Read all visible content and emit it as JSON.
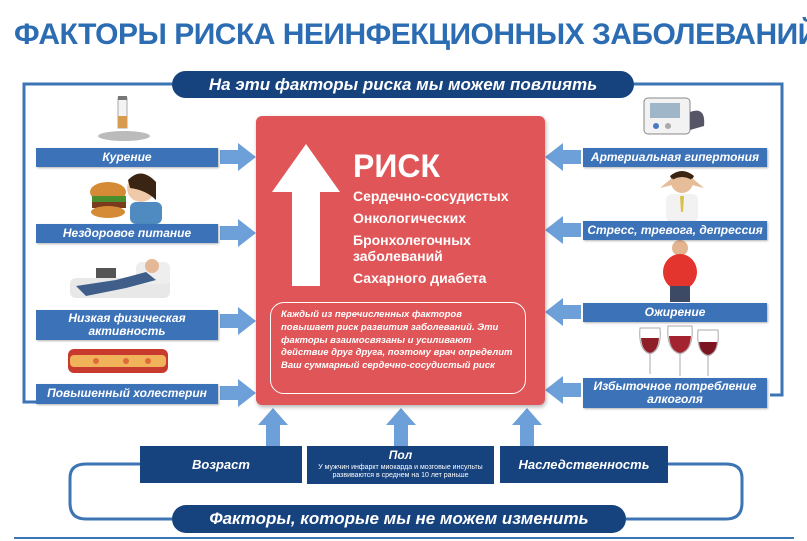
{
  "title": "ФАКТОРЫ РИСКА НЕИНФЕКЦИОННЫХ ЗАБОЛЕВАНИЙ",
  "top_banner": "На эти факторы риска мы можем повлиять",
  "bottom_banner": "Факторы, которые мы не можем изменить",
  "left_factors": [
    {
      "label": "Курение",
      "icon": "cigarette-icon"
    },
    {
      "label": "Нездоровое питание",
      "icon": "burger-icon"
    },
    {
      "label": "Низкая физическая активность",
      "icon": "couch-icon"
    },
    {
      "label": "Повышенный холестерин",
      "icon": "artery-icon"
    }
  ],
  "right_factors": [
    {
      "label": "Артериальная гипертония",
      "icon": "blood-pressure-monitor-icon"
    },
    {
      "label": "Стресс, тревога, депрессия",
      "icon": "stressed-person-icon"
    },
    {
      "label": "Ожирение",
      "icon": "obese-person-icon"
    },
    {
      "label": "Избыточное потребление алкоголя",
      "icon": "wine-glasses-icon"
    }
  ],
  "risk": {
    "title": "РИСК",
    "items": [
      "Сердечно-сосудистых",
      "Онкологических",
      "Бронхолегочных заболеваний",
      "Сахарного диабета"
    ],
    "note": "Каждый из перечисленных факторов повышает риск развития заболеваний. Эти факторы взаимосвязаны и усиливают действие друг друга, поэтому врач определит Ваш суммарный сердечно-сосудистый риск"
  },
  "fixed_factors": {
    "age": "Возраст",
    "sex": "Пол",
    "sex_note": "У мужчин инфаркт миокарда и мозговые инсульты развиваются в среднем на 10 лет раньше",
    "heredity": "Наследственность"
  },
  "colors": {
    "title": "#2b6cb3",
    "dark_blue": "#16427e",
    "label_blue": "#3c72b8",
    "risk_red": "#e05557",
    "arrow_blue": "#6d9fd8"
  }
}
